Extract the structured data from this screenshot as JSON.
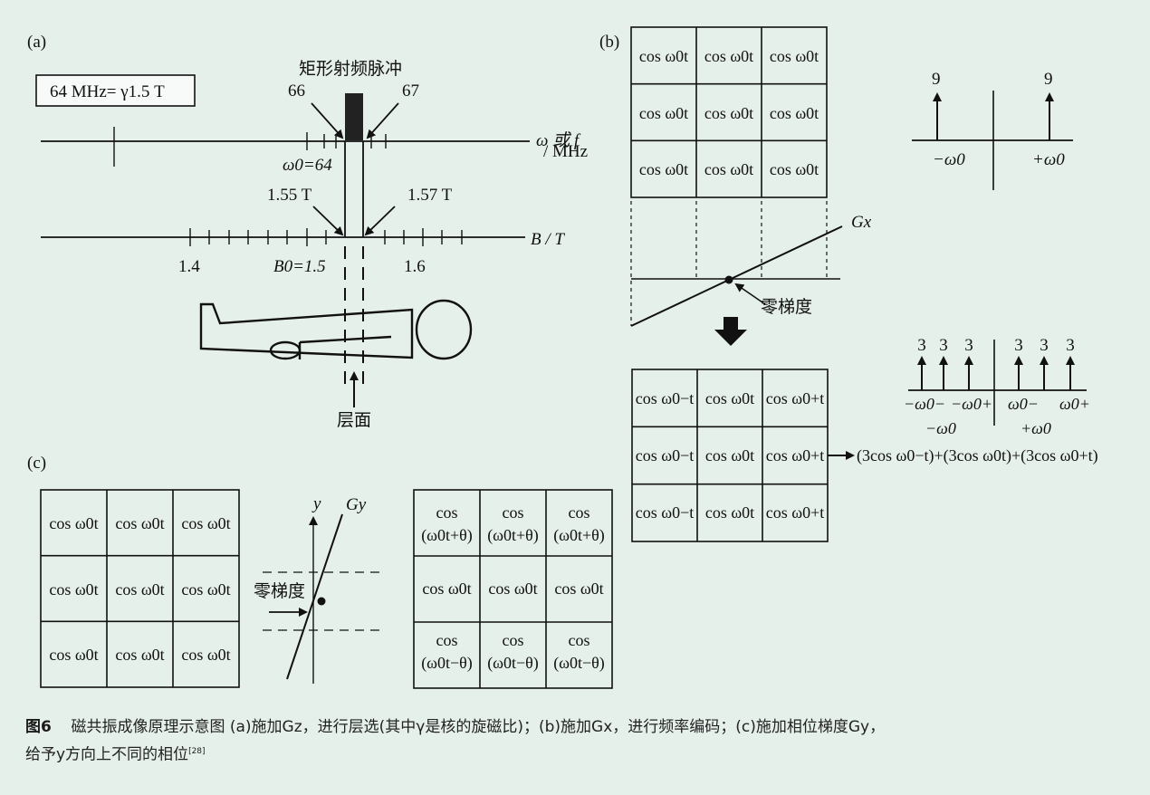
{
  "panels": {
    "a": {
      "label": "(a)",
      "equation": "64 MHz= γ1.5 T",
      "pulse_label": "矩形射频脉冲",
      "freq_low": "66",
      "freq_high": "67",
      "omega_axis_label": "ω 或 f",
      "omega_axis_unit": "/ MHz",
      "omega0_label": "ω0=64",
      "field_low": "1.55 T",
      "field_high": "1.57 T",
      "b_axis_label": "B / T",
      "b_tick_left": "1.4",
      "b0_label": "B0=1.5",
      "b_tick_right": "1.6",
      "slice_label": "层面"
    },
    "b": {
      "label": "(b)",
      "grid_cell": "cos ω0t",
      "spectrum_top_peaks": [
        "9",
        "9"
      ],
      "spectrum_top_axis": [
        "−ω0",
        "+ω0"
      ],
      "gradient_label": "Gx",
      "zero_gradient": "零梯度",
      "grid_cols": [
        "cos ω0−t",
        "cos ω0t",
        "cos ω0+t"
      ],
      "spectrum_bottom_peaks": [
        "3",
        "3",
        "3",
        "3",
        "3",
        "3"
      ],
      "spectrum_bottom_axis": [
        "−ω0−",
        "−ω0+",
        "ω0−",
        "ω0+"
      ],
      "spectrum_bottom_centers": [
        "−ω0",
        "+ω0"
      ],
      "sum_expression": "(3cos ω0−t)+(3cos ω0t)+(3cos ω0+t)"
    },
    "c": {
      "label": "(c)",
      "grid_cell": "cos ω0t",
      "axis_label": "y",
      "gradient_label": "Gy",
      "zero_gradient": "零梯度",
      "phase_grid": {
        "top": [
          "cos",
          "(ω0t+θ)"
        ],
        "middle": "cos ω0t",
        "bottom": [
          "cos",
          "(ω0t−θ)"
        ]
      }
    }
  },
  "caption": {
    "fig_label": "图6",
    "text_1": "磁共振成像原理示意图 (a)施加Gz，进行层选(其中γ是核的旋磁比)；(b)施加Gx，进行频率编码；(c)施加相位梯度Gy，",
    "text_2": "给予y方向上不同的相位",
    "ref": "[28]"
  },
  "colors": {
    "background": "#e6f0ea",
    "ink": "#111111"
  }
}
